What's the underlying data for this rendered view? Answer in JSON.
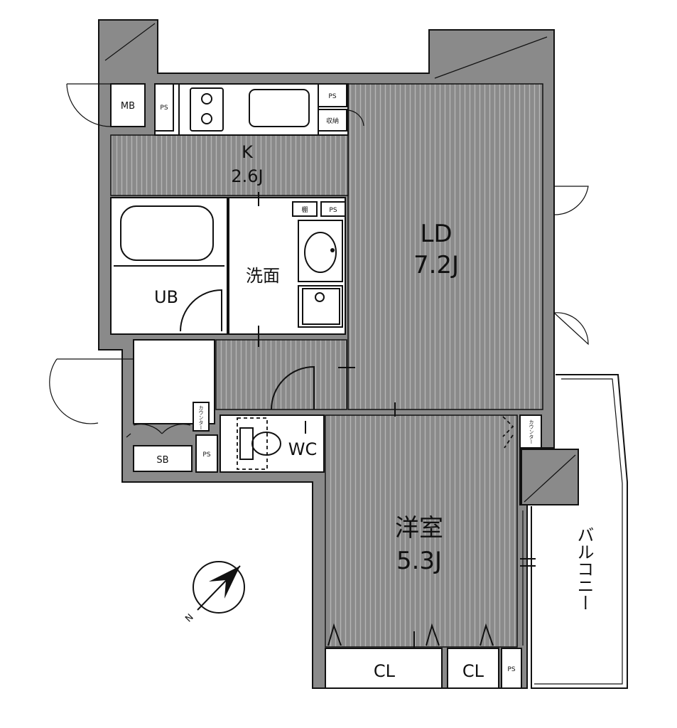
{
  "rooms": {
    "ld_name": "LD",
    "ld_size": "7.2J",
    "kitchen_name": "K",
    "kitchen_size": "2.6J",
    "bedroom_name": "洋室",
    "bedroom_size": "5.3J",
    "washroom": "洗面",
    "bath": "UB",
    "toilet": "WC",
    "closet_1": "CL",
    "closet_2": "CL",
    "shoe_box": "SB",
    "meter_box": "MB",
    "balcony": "バルコニー"
  },
  "small_labels": {
    "ps_kitchen_left": "PS",
    "ps_kitchen_right": "PS",
    "ps_washroom": "PS",
    "ps_entry": "PS",
    "ps_bedroom": "PS",
    "storage": "収納",
    "shelf": "棚",
    "counter_entry": "カウンター",
    "counter_bedroom": "カウンター"
  },
  "compass": {
    "north": "N"
  }
}
